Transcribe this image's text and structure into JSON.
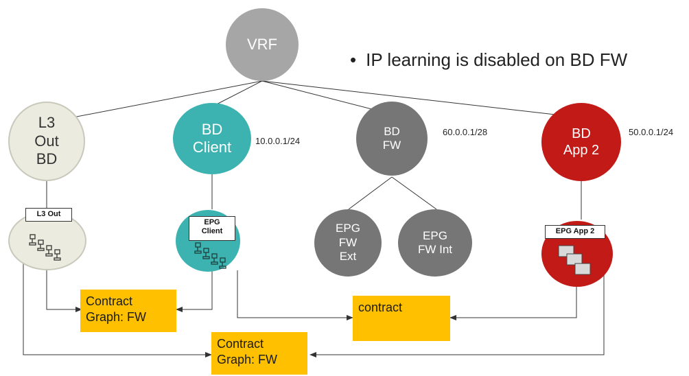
{
  "bullet": {
    "marker": "•",
    "text": "IP learning is disabled on BD FW"
  },
  "nodes": {
    "vrf": {
      "lines": [
        "VRF"
      ],
      "color": "#a6a6a6"
    },
    "l3out_bd": {
      "lines": [
        "L3",
        "Out",
        "BD"
      ],
      "color": "#ebebdf"
    },
    "bd_client": {
      "lines": [
        "BD",
        "Client"
      ],
      "color": "#3cb3b0"
    },
    "bd_fw": {
      "lines": [
        "BD",
        "FW"
      ],
      "color": "#767676"
    },
    "bd_app2": {
      "lines": [
        "BD",
        "App 2"
      ],
      "color": "#c11a17"
    },
    "epg_fw_ext": {
      "lines": [
        "EPG",
        "FW",
        "Ext"
      ],
      "color": "#767676"
    },
    "epg_fw_int": {
      "lines": [
        "EPG",
        "FW Int"
      ],
      "color": "#767676"
    },
    "l3out_epg": {
      "color": "#ebebdf"
    },
    "epg_client": {
      "color": "#3cb3b0"
    },
    "epg_app2": {
      "color": "#c11a17"
    }
  },
  "subnets": {
    "client": "10.0.0.1/24",
    "fw": "60.0.0.1/28",
    "app2": "50.0.0.1/24"
  },
  "labels": {
    "l3out": [
      "L3 Out"
    ],
    "epg_client": [
      "EPG",
      "Client"
    ],
    "epg_app2": [
      "EPG App 2"
    ]
  },
  "contracts": {
    "graph_fw_1": [
      "Contract",
      "Graph: FW"
    ],
    "plain": [
      "contract"
    ],
    "graph_fw_2": [
      "Contract",
      "Graph: FW"
    ]
  },
  "icons": {
    "l3out_epg": "endpoint-group-icon",
    "epg_client": "endpoint-group-icon",
    "epg_app2": "server-stack-icon"
  }
}
